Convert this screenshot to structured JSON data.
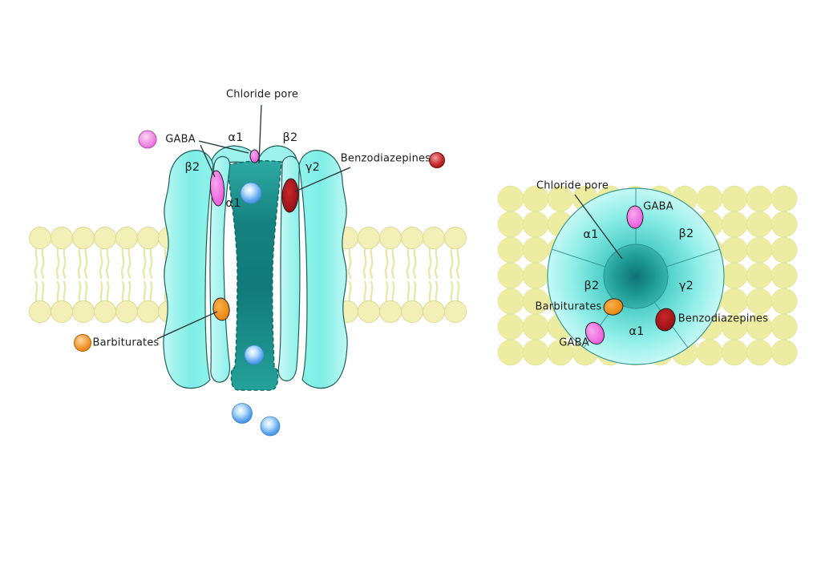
{
  "left_diagram": {
    "name": "GABA-A receptor side view (cross-section through membrane)",
    "labels": {
      "chloride_pore": "Chloride pore",
      "gaba": "GABA",
      "alpha1_top": "α1",
      "beta2_top": "β2",
      "beta2_left": "β2",
      "gamma2_right": "γ2",
      "alpha1_inner": "α1",
      "benzodiazepines": "Benzodiazepines",
      "barbiturates": "Barbiturates"
    }
  },
  "right_diagram": {
    "name": "GABA-A receptor top view (pentamer in membrane)",
    "labels": {
      "chloride_pore": "Chloride pore",
      "gaba_top": "GABA",
      "alpha1_top_left": "α1",
      "beta2_top_right": "β2",
      "beta2_left": "β2",
      "gamma2_right": "γ2",
      "barbiturates": "Barbiturates",
      "gaba_bottom": "GABA",
      "alpha1_bottom": "α1",
      "benzodiazepines": "Benzodiazepines"
    }
  },
  "colors": {
    "label_text": "#1c1c1c",
    "receptor_cyan": "#85efe9",
    "receptor_cyan_light": "#c7f9f6",
    "pore_teal": "#17837f",
    "lipid_yellow": "#f2f0b6",
    "lipid_yellow_top_view": "#ededa2",
    "gaba_pink": "#ee62dd",
    "benzodiazepine_red": "#a80f12",
    "barbiturate_orange": "#ef8c0e",
    "chloride_ion_blue": "#4596e8",
    "outline_dark": "#1d5f5c",
    "pointer_line": "#223333"
  }
}
